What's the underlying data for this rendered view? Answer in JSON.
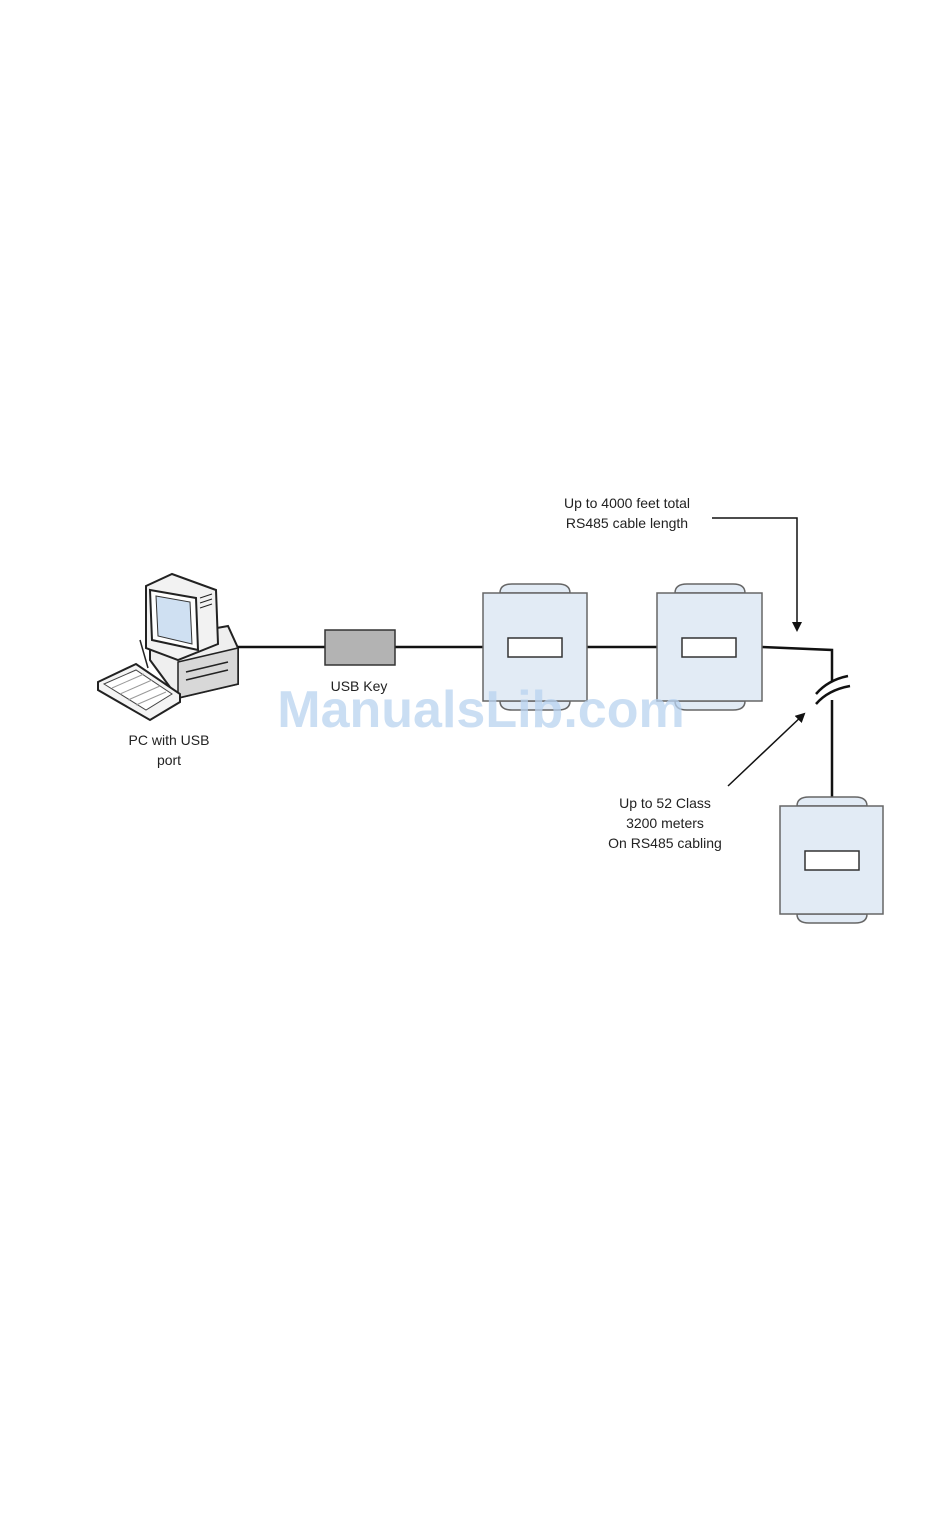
{
  "labels": {
    "pc_line1": "PC with USB",
    "pc_line2": "port",
    "usb_key": "USB Key",
    "top_note_line1": "Up to 4000 feet total",
    "top_note_line2": "RS485 cable length",
    "bottom_note_line1": "Up to 52 Class",
    "bottom_note_line2": "3200 meters",
    "bottom_note_line3": "On RS485 cabling"
  },
  "watermark": "ManualsLib.com",
  "colors": {
    "device_fill": "#e2ebf5",
    "device_stroke": "#666666",
    "usb_fill": "#b3b3b3",
    "line": "#111111",
    "watermark": "#b9d3f0"
  }
}
